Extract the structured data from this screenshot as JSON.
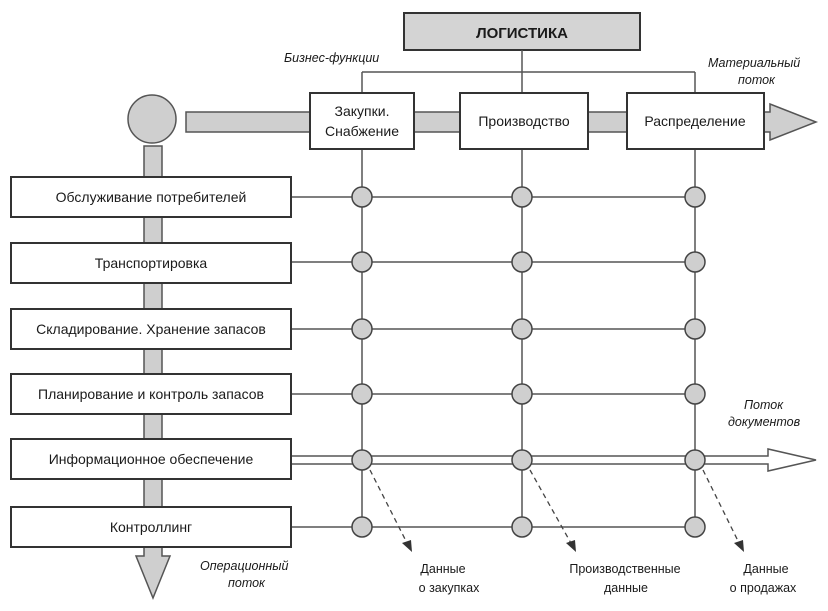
{
  "title": "ЛОГИСТИКА",
  "labels": {
    "business_functions": "Бизнес-функции",
    "material_flow_line1": "Материальный",
    "material_flow_line2": "поток",
    "document_flow_line1": "Поток",
    "document_flow_line2": "документов",
    "operational_flow_line1": "Операционный",
    "operational_flow_line2": "поток"
  },
  "functions": [
    {
      "line1": "Закупки.",
      "line2": "Снабжение"
    },
    {
      "line1": "Производство"
    },
    {
      "line1": "Распределение"
    }
  ],
  "operations": [
    "Обслуживание потребителей",
    "Транспортировка",
    "Складирование. Хранение запасов",
    "Планирование и контроль запасов",
    "Информационное обеспечение",
    "Контроллинг"
  ],
  "outputs": [
    {
      "line1": "Данные",
      "line2": "о закупках"
    },
    {
      "line1": "Производственные",
      "line2": "данные"
    },
    {
      "line1": "Данные",
      "line2": "о продажах"
    }
  ]
}
